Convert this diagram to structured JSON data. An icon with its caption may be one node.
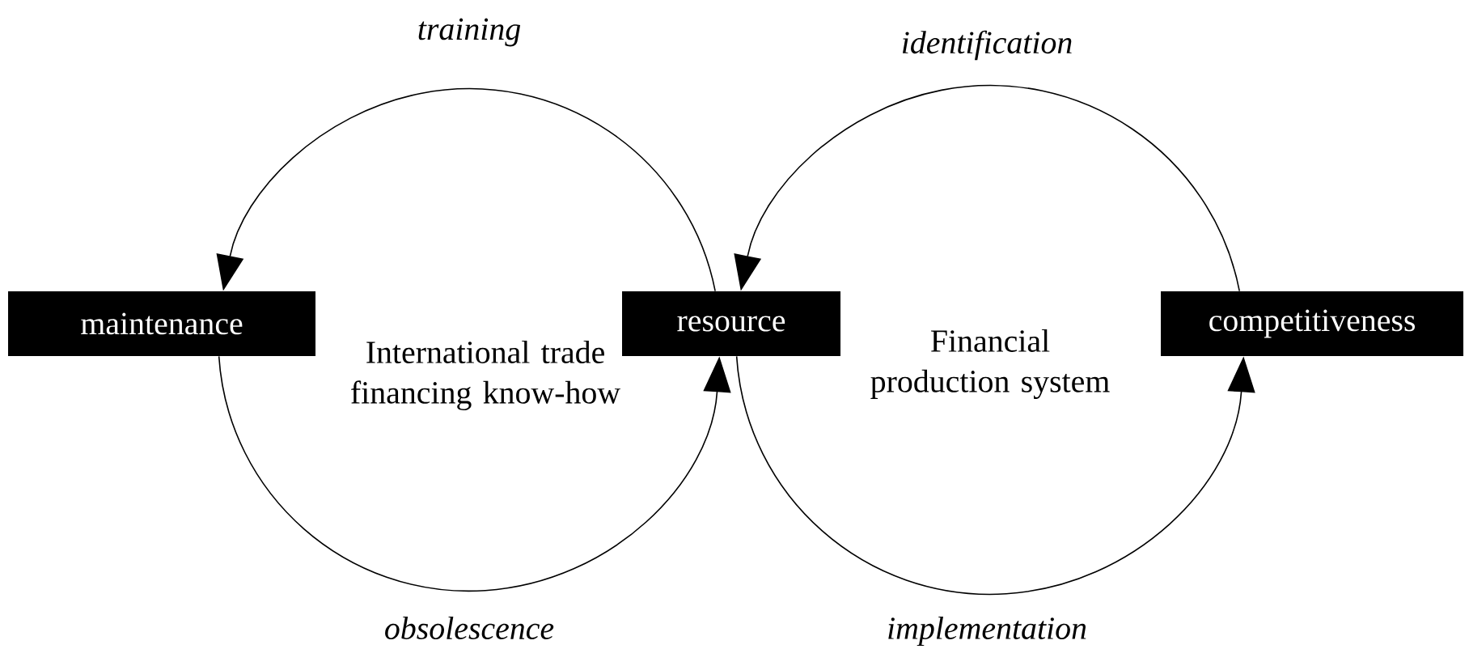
{
  "diagram": {
    "nodes": [
      {
        "text": [
          "maintenance"
        ]
      },
      {
        "text": [
          "resource"
        ]
      },
      {
        "text": [
          "competitiveness"
        ]
      }
    ],
    "edges": [
      {
        "from": 1,
        "to": 0,
        "arrow": "to",
        "label": "training"
      },
      {
        "from": 0,
        "to": 1,
        "arrow": "to",
        "label": "obsolescence"
      },
      {
        "from": 2,
        "to": 1,
        "arrow": "to",
        "label": "identification"
      },
      {
        "from": 1,
        "to": 2,
        "arrow": "to",
        "label": "implementation"
      }
    ],
    "labels": [
      "International trade financing know-how",
      "Financial production system"
    ]
  }
}
